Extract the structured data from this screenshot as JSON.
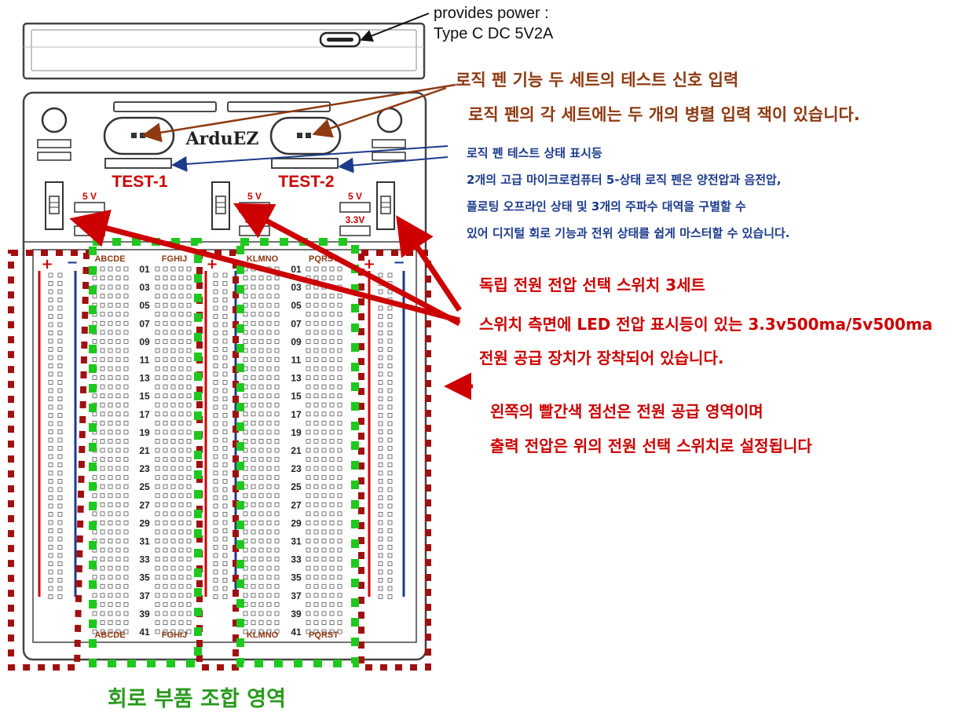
{
  "power": {
    "line1": "provides power :",
    "line2": "Type C DC 5V2A"
  },
  "logic_pen": {
    "line1": "로직 펜 기능  두 세트의 테스트 신호 입력",
    "line2": "로직 펜의 각 세트에는 두 개의 병렬 입력 잭이 있습니다."
  },
  "indicator": {
    "line1": "로직 펜 테스트 상태 표시등",
    "line2": "2개의 고급 마이크로컴퓨터 5-상태 로직 펜은 양전압과 음전압,",
    "line3": "플로팅 오프라인 상태 및 3개의 주파수 대역을 구별할 수",
    "line4": "있어 디지털 회로 기능과 전위 상태를 쉽게 마스터할 수 있습니다."
  },
  "switches": {
    "line1": "독립 전원 전압 선택 스위치 3세트",
    "line2": "스위치 측면에 LED 전압 표시등이 있는 3.3v500ma/5v500ma",
    "line3": "전원 공급 장치가 장착되어 있습니다."
  },
  "power_area": {
    "line1": "왼쪽의 빨간색 점선은 전원 공급 영역이며",
    "line2": "출력 전압은 위의 전원 선택 스위치로 설정됩니다"
  },
  "circuit_area": "회로 부품 조합 영역",
  "board": {
    "brand": "ArduEZ",
    "test1": "TEST-1",
    "test2": "TEST-2",
    "v5": "5 V",
    "v33": "3.3V",
    "cols_a": "ABCDE",
    "cols_f": "FGHIJ",
    "cols_k": "KLMNO",
    "cols_p": "PQRST",
    "row_numbers": [
      "01",
      "03",
      "05",
      "07",
      "09",
      "11",
      "13",
      "15",
      "17",
      "19",
      "21",
      "23",
      "25",
      "27",
      "29",
      "31",
      "33",
      "35",
      "37",
      "39",
      "41"
    ]
  },
  "colors": {
    "red": "#cc0000",
    "dark_red": "#a01010",
    "green": "#1ec81e",
    "blue": "#1c3b8c",
    "brown": "#8e3a12",
    "outline": "#444444"
  }
}
